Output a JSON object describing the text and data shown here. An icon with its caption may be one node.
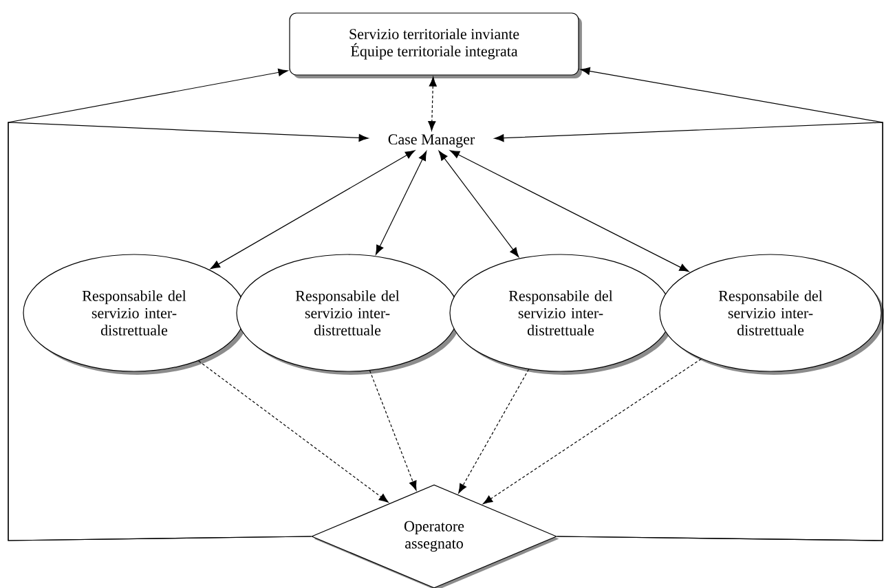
{
  "diagram": {
    "nodes": [
      {
        "text": [
          "Servizio territoriale inviante",
          "Équipe territoriale integrata"
        ]
      },
      {
        "text": [
          "Case Manager"
        ]
      },
      {
        "text": [
          "Responsabile del servizio inter-distrettuale"
        ]
      },
      {
        "text": [
          "Responsabile del servizio inter-distrettuale"
        ]
      },
      {
        "text": [
          "Responsabile del servizio inter-distrettuale"
        ]
      },
      {
        "text": [
          "Responsabile del servizio inter-distrettuale"
        ]
      },
      {
        "text": [
          "Operatore assegnato"
        ]
      }
    ],
    "edges": [
      {
        "from": 0,
        "to": 1,
        "arrow": "both",
        "style": "dashed"
      },
      {
        "from": 1,
        "to": 2,
        "arrow": "both"
      },
      {
        "from": 1,
        "to": 3,
        "arrow": "both"
      },
      {
        "from": 1,
        "to": 4,
        "arrow": "both"
      },
      {
        "from": 1,
        "to": 5,
        "arrow": "both"
      },
      {
        "from": 2,
        "to": 6,
        "arrow": "to",
        "style": "dashed"
      },
      {
        "from": 3,
        "to": 6,
        "arrow": "to",
        "style": "dashed"
      },
      {
        "from": 4,
        "to": 6,
        "arrow": "to",
        "style": "dashed"
      },
      {
        "from": 5,
        "to": 6,
        "arrow": "to",
        "style": "dashed"
      },
      {
        "from": 6,
        "to": 0,
        "arrow": "to"
      },
      {
        "from": 6,
        "to": 1,
        "arrow": "to"
      },
      {
        "from": 6,
        "to": 0,
        "arrow": "to"
      },
      {
        "from": 6,
        "to": 1,
        "arrow": "to"
      }
    ]
  }
}
